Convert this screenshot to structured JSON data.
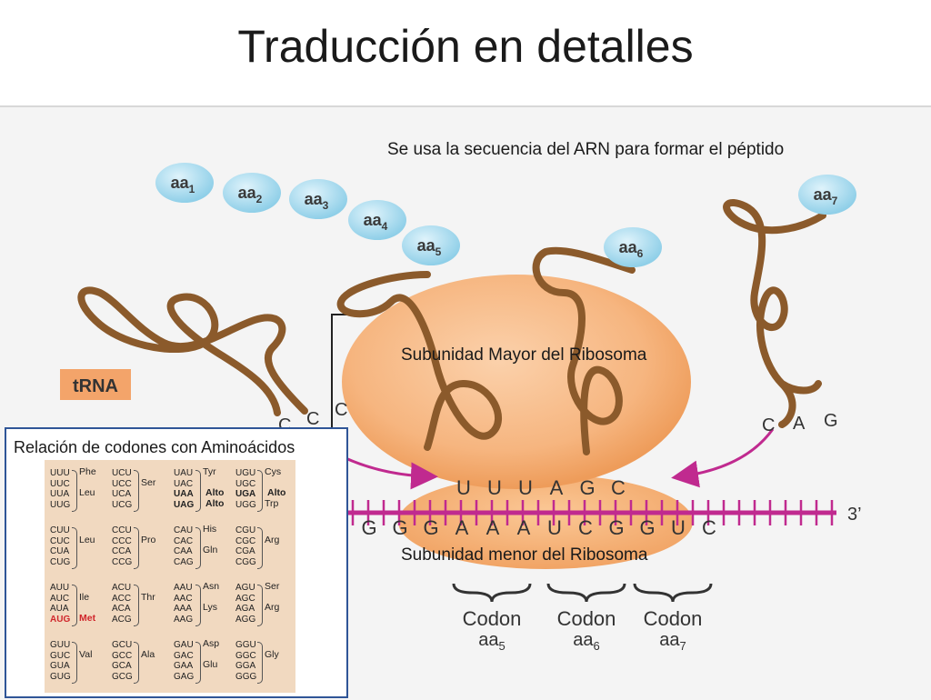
{
  "title": "Traducción en detalles",
  "caption_top": "Se usa la secuencia del ARN para formar el péptido",
  "label_large": "Subunidad Mayor del Ribosoma",
  "label_small": "Subunidad menor del Ribosoma",
  "trna_label": "tRNA",
  "amino_acids": [
    "aa1",
    "aa2",
    "aa3",
    "aa4",
    "aa5",
    "aa6",
    "aa7"
  ],
  "anticodons": {
    "left": [
      "C",
      "C",
      "C"
    ],
    "right": [
      "C",
      "A",
      "G"
    ]
  },
  "codon_bases_top": [
    "U",
    "U",
    "U",
    "A",
    "G",
    "C"
  ],
  "mrna_bases": [
    "G",
    "G",
    "G",
    "A",
    "A",
    "A",
    "U",
    "C",
    "G",
    "G",
    "U",
    "C"
  ],
  "mrna_end": "3’",
  "codon_labels": [
    {
      "word": "Codon",
      "aa": "aa5"
    },
    {
      "word": "Codon",
      "aa": "aa6"
    },
    {
      "word": "Codon",
      "aa": "aa7"
    }
  ],
  "codon_table": {
    "title": "Relación de codones con Aminoácidos",
    "cells": [
      {
        "codons": [
          "UUU",
          "UUC",
          "UUA",
          "UUG"
        ],
        "aa": [
          {
            "t": "Phe",
            "row": 0
          },
          {
            "t": "Leu",
            "row": 2
          }
        ]
      },
      {
        "codons": [
          "UCU",
          "UCC",
          "UCA",
          "UCG"
        ],
        "aa": [
          {
            "t": "Ser",
            "row": 1
          }
        ]
      },
      {
        "codons": [
          "UAU",
          "UAC",
          "UAA",
          "UAG"
        ],
        "aa": [
          {
            "t": "Tyr",
            "row": 0
          },
          {
            "t": "Alto",
            "row": 2
          },
          {
            "t": "Alto",
            "row": 3
          }
        ]
      },
      {
        "codons": [
          "UGU",
          "UGC",
          "UGA",
          "UGG"
        ],
        "aa": [
          {
            "t": "Cys",
            "row": 0
          },
          {
            "t": "Alto",
            "row": 2
          },
          {
            "t": "Trp",
            "row": 3
          }
        ]
      },
      {
        "codons": [
          "CUU",
          "CUC",
          "CUA",
          "CUG"
        ],
        "aa": [
          {
            "t": "Leu",
            "row": 1
          }
        ]
      },
      {
        "codons": [
          "CCU",
          "CCC",
          "CCA",
          "CCG"
        ],
        "aa": [
          {
            "t": "Pro",
            "row": 1
          }
        ]
      },
      {
        "codons": [
          "CAU",
          "CAC",
          "CAA",
          "CAG"
        ],
        "aa": [
          {
            "t": "His",
            "row": 0
          },
          {
            "t": "Gln",
            "row": 2
          }
        ]
      },
      {
        "codons": [
          "CGU",
          "CGC",
          "CGA",
          "CGG"
        ],
        "aa": [
          {
            "t": "Arg",
            "row": 1
          }
        ]
      },
      {
        "codons": [
          "AUU",
          "AUC",
          "AUA",
          "AUG"
        ],
        "aa": [
          {
            "t": "Ile",
            "row": 1
          },
          {
            "t": "Met",
            "row": 3
          }
        ]
      },
      {
        "codons": [
          "ACU",
          "ACC",
          "ACA",
          "ACG"
        ],
        "aa": [
          {
            "t": "Thr",
            "row": 1
          }
        ]
      },
      {
        "codons": [
          "AAU",
          "AAC",
          "AAA",
          "AAG"
        ],
        "aa": [
          {
            "t": "Asn",
            "row": 0
          },
          {
            "t": "Lys",
            "row": 2
          }
        ]
      },
      {
        "codons": [
          "AGU",
          "AGC",
          "AGA",
          "AGG"
        ],
        "aa": [
          {
            "t": "Ser",
            "row": 0
          },
          {
            "t": "Arg",
            "row": 2
          }
        ]
      },
      {
        "codons": [
          "GUU",
          "GUC",
          "GUA",
          "GUG"
        ],
        "aa": [
          {
            "t": "Val",
            "row": 1
          }
        ]
      },
      {
        "codons": [
          "GCU",
          "GCC",
          "GCA",
          "GCG"
        ],
        "aa": [
          {
            "t": "Ala",
            "row": 1
          }
        ]
      },
      {
        "codons": [
          "GAU",
          "GAC",
          "GAA",
          "GAG"
        ],
        "aa": [
          {
            "t": "Asp",
            "row": 0
          },
          {
            "t": "Glu",
            "row": 2
          }
        ]
      },
      {
        "codons": [
          "GGU",
          "GGC",
          "GGA",
          "GGG"
        ],
        "aa": [
          {
            "t": "Gly",
            "row": 1
          }
        ]
      }
    ]
  },
  "colors": {
    "ribosome": "#f6b57f",
    "ribosome_dark": "#ee9c5a",
    "trna": "#8b5a2b",
    "amino_acid": "#a9dcef",
    "mrna": "#c02a8f",
    "trna_tag": "#f3a46a",
    "table_border": "#2f5597",
    "stop_highlight": "#d0262b"
  }
}
